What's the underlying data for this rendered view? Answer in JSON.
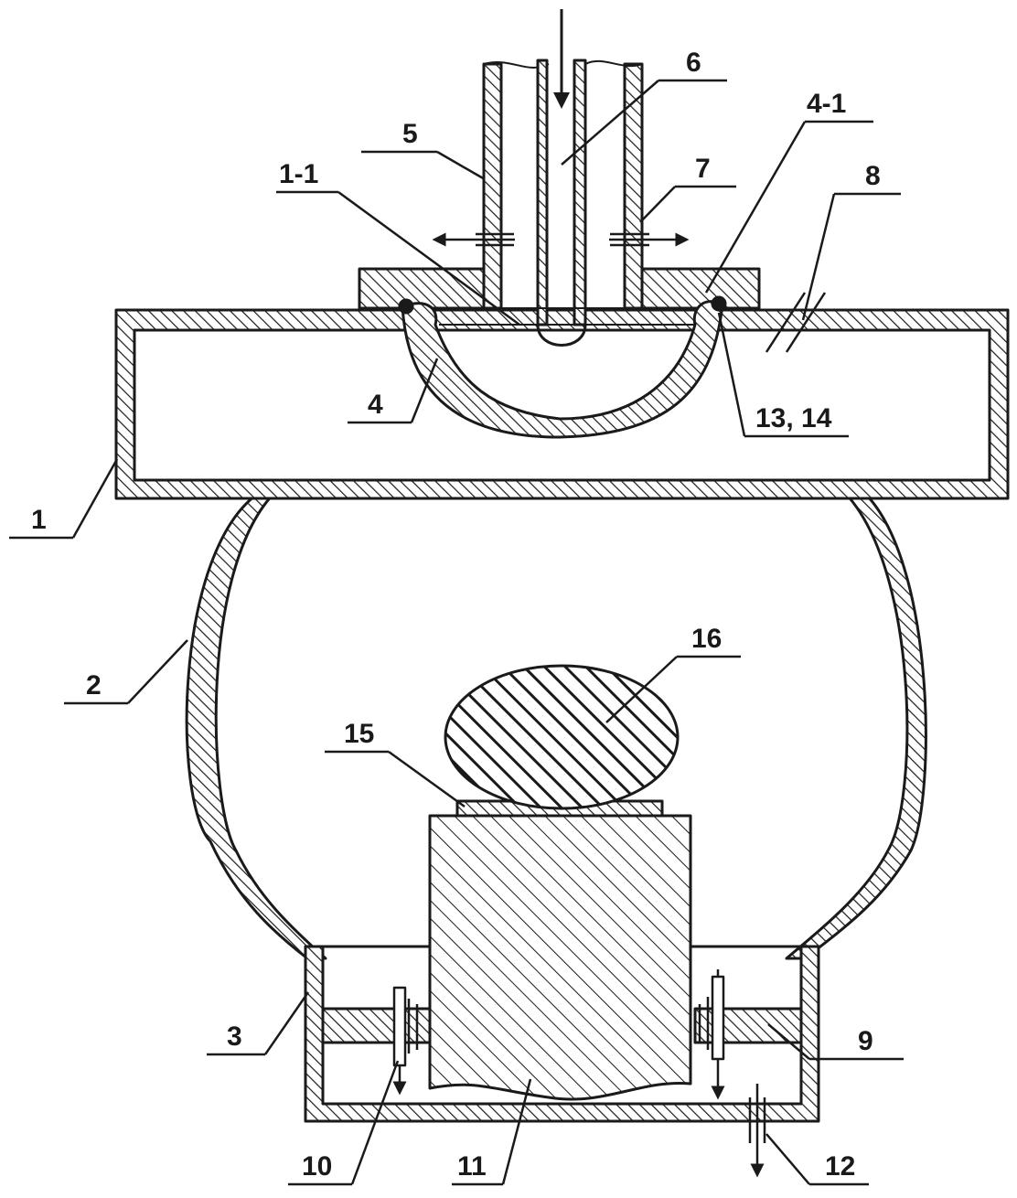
{
  "labels": {
    "l1": "1",
    "l1_1": "1-1",
    "l2": "2",
    "l3": "3",
    "l4": "4",
    "l4_1": "4-1",
    "l5": "5",
    "l6": "6",
    "l7": "7",
    "l8": "8",
    "l9": "9",
    "l10": "10",
    "l11": "11",
    "l12": "12",
    "l13_14": "13, 14",
    "l15": "15",
    "l16": "16"
  },
  "colors": {
    "line": "#1a1a1a",
    "background": "#ffffff"
  }
}
